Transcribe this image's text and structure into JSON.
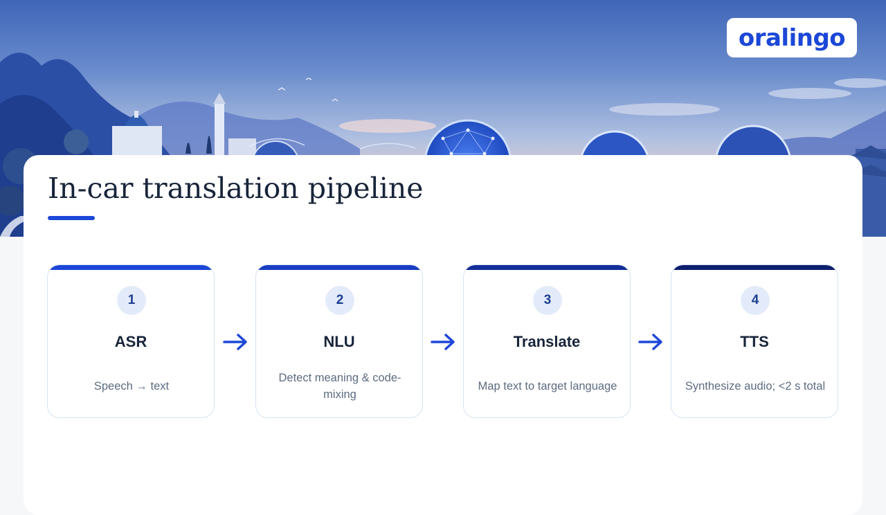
{
  "brand": {
    "logo_text": "oralingo",
    "accent": "#1c47d8"
  },
  "slide": {
    "title": "In-car translation pipeline",
    "steps": [
      {
        "number": "1",
        "title": "ASR",
        "description": "Speech → text",
        "bar_color": "#1c47d8"
      },
      {
        "number": "2",
        "title": "NLU",
        "description": "Detect meaning & code-mixing",
        "bar_color": "#1a3ec2"
      },
      {
        "number": "3",
        "title": "Translate",
        "description": "Map text to target language",
        "bar_color": "#142e98"
      },
      {
        "number": "4",
        "title": "TTS",
        "description": "Synthesize audio; <2 s total",
        "bar_color": "#0e1f6e"
      }
    ],
    "connector_icon": "arrow-right-icon"
  }
}
